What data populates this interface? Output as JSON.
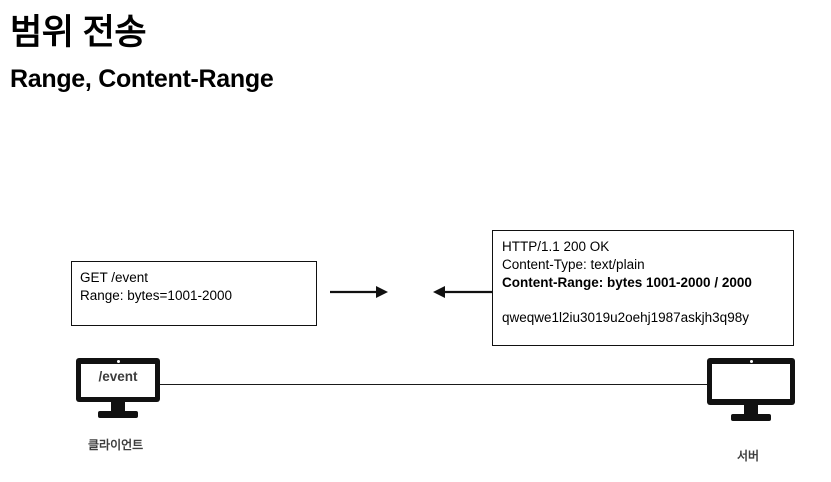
{
  "slide": {
    "title": "범위 전송",
    "subtitle": "Range, Content-Range",
    "background_color": "#ffffff",
    "ink_color": "#000000"
  },
  "request_box": {
    "name": "http-request-message",
    "lines": [
      "GET /event",
      "Range: bytes=1001-2000"
    ]
  },
  "response_box": {
    "name": "http-response-message",
    "status_line": "HTTP/1.1 200 OK",
    "content_type": "Content-Type: text/plain",
    "content_range": "Content-Range: bytes 1001-2000 / 2000",
    "body": "qweqwe1l2iu3019u2oehj1987askjh3q98y"
  },
  "arrows": {
    "request_direction": "right",
    "response_direction": "left"
  },
  "nodes": {
    "client": {
      "label": "클라이언트",
      "screen_text": "/event"
    },
    "server": {
      "label": "서버",
      "screen_text": ""
    }
  }
}
